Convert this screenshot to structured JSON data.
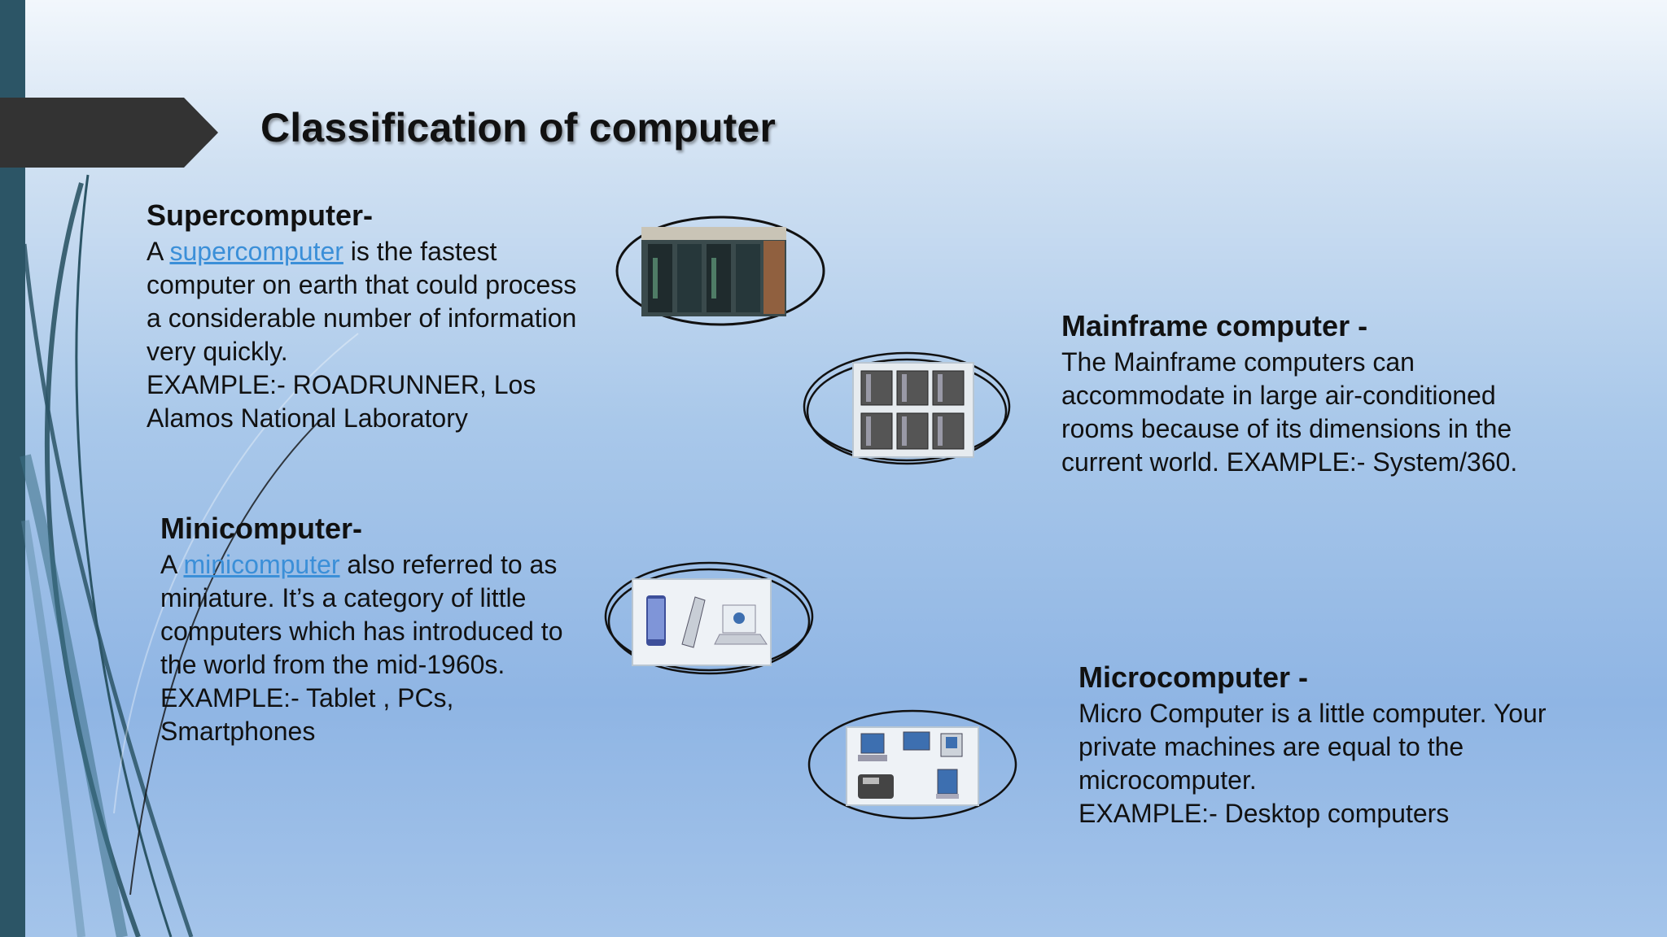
{
  "slide": {
    "title": "Classification of computer"
  },
  "supercomputer": {
    "heading": "Supercomputer-",
    "intro": "A ",
    "link": "supercomputer",
    "rest": " is the fastest computer on earth that could process a considerable number of information very quickly.",
    "example": "EXAMPLE:-  ROADRUNNER, Los Alamos National Laboratory"
  },
  "mainframe": {
    "heading": "Mainframe computer -",
    "body": "The Mainframe computers can accommodate in large air-conditioned rooms because of its dimensions in the current world. EXAMPLE:- System/360."
  },
  "minicomputer": {
    "heading": "Minicomputer-",
    "intro": "A ",
    "link": "minicomputer",
    "rest": " also referred to as miniature. It’s a category of little computers which has introduced to the world from the mid-1960s.",
    "example": "EXAMPLE:- Tablet , PCs, Smartphones"
  },
  "microcomputer": {
    "heading": "Microcomputer -",
    "body": "Micro Computer is a little computer. Your private machines are equal to the microcomputer.",
    "example": "EXAMPLE:-  Desktop computers"
  },
  "colors": {
    "sidebar": "#2c5566",
    "arrow": "#333333",
    "link": "#3b8fd8"
  }
}
